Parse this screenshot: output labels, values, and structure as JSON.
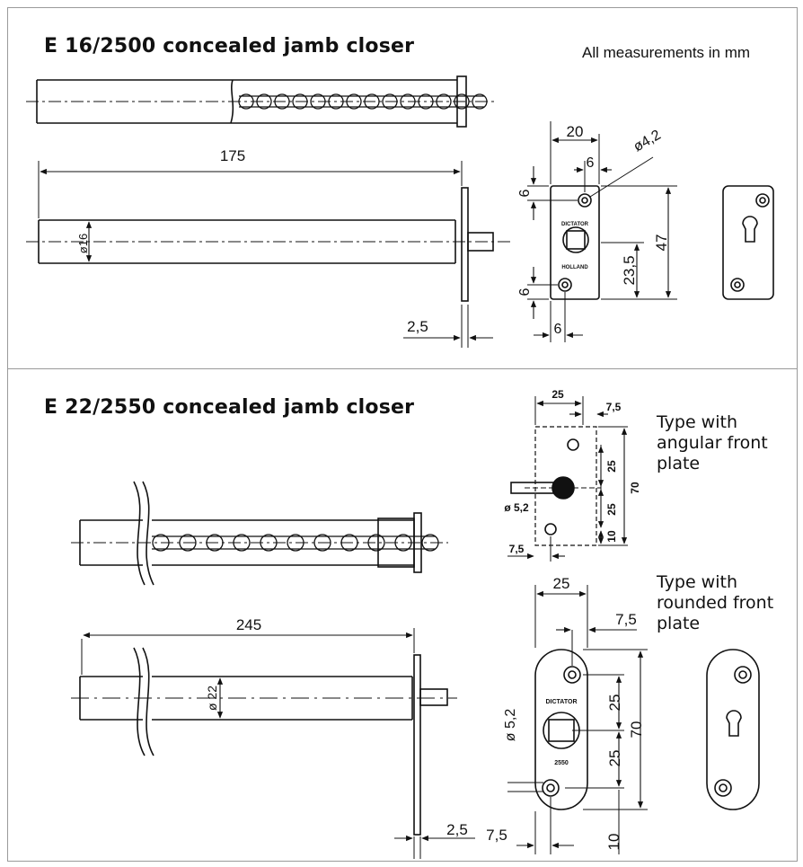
{
  "section1": {
    "title": "E 16/2500 concealed jamb closer",
    "note": "All measurements in mm",
    "dims": {
      "length": "175",
      "diameter": "ø16",
      "flange": "2,5",
      "plate_width": "20",
      "hole_offset_x": "6",
      "hole_dia": "ø4,2",
      "hole_offset_top": "6",
      "hole_offset_bottom": "6",
      "height": "47",
      "half_height": "23,5",
      "bottom_offset": "6"
    },
    "plate_text": {
      "brand": "DICTATOR",
      "origin": "HOLLAND"
    }
  },
  "section2": {
    "title": "E 22/2550 concealed jamb closer",
    "caption_angular": [
      "Type with",
      "angular front",
      "plate"
    ],
    "caption_rounded": [
      "Type with",
      "rounded front",
      "plate"
    ],
    "dims": {
      "length": "245",
      "diameter": "ø 22",
      "flange": "2,5",
      "ang_width": "25",
      "ang_offset": "7,5",
      "ang_hole_dia": "ø 5,2",
      "ang_pitch_top": "25",
      "ang_pitch_bottom": "25",
      "ang_height": "70",
      "ang_bottom": "10",
      "ang_left": "7,5",
      "rnd_width": "25",
      "rnd_offset": "7,5",
      "rnd_pitch_top": "25",
      "rnd_pitch_bottom": "25",
      "rnd_height": "70",
      "rnd_hole_dia": "ø 5,2",
      "rnd_left": "7,5",
      "rnd_bottom": "10"
    },
    "plate_text": {
      "brand": "DICTATOR",
      "model": "2550"
    }
  }
}
